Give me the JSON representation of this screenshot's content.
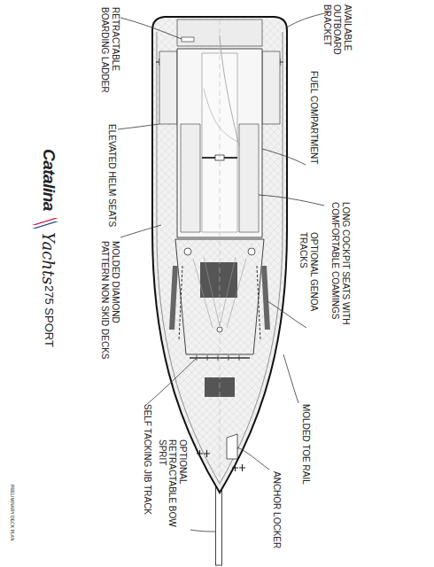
{
  "diagram": {
    "labels": [
      "AVAILABLE OUTBOARD BRACKET",
      "FUEL COMPARTMENT",
      "LONG COCKPIT SEATS WITH COMFORTABLE COAMINGS",
      "OPTIONAL GENOA TRACKS",
      "MOLDED TOE RAIL",
      "ANCHOR LOCKER",
      "OPTIONAL RETRACTABLE BOW SPRIT",
      "SELF TACKING JIB TRACK",
      "MOLDED DIAMOND PATTERN NON SKID DECKS",
      "ELEVATED HELM SEATS",
      "RETRACTABLE BOARDING LADDER",
      "Catalina",
      "Yachts",
      "275 SPORT",
      "PRELIMINARY DECK PLAN"
    ]
  }
}
